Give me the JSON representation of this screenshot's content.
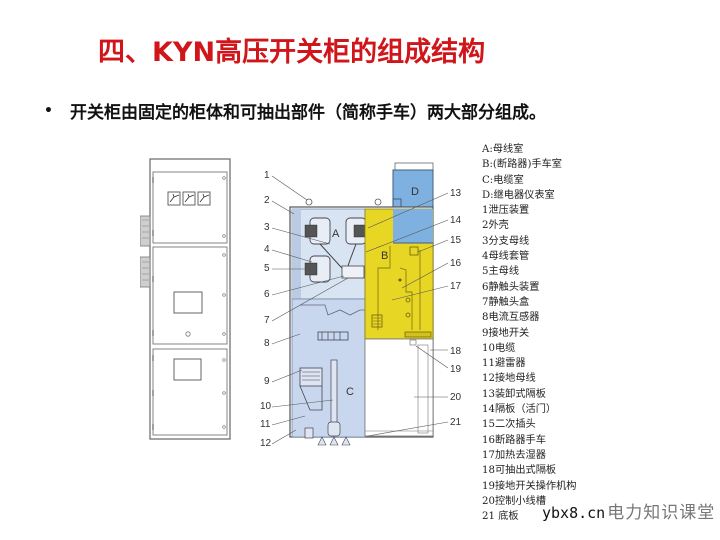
{
  "slide": {
    "title": "四、KYN高压开关柜的组成结构",
    "bullet": {
      "marker": "•",
      "text": "开关柜由固定的柜体和可抽出部件（简称手车）两大部分组成。"
    }
  },
  "diagram": {
    "front_view": {
      "meters": 3
    },
    "section_view": {
      "zones": [
        {
          "label": "A",
          "color": "#cfdcef"
        },
        {
          "label": "B",
          "color": "#e8d625"
        },
        {
          "label": "C",
          "color": "#c9d7ee"
        },
        {
          "label": "D",
          "color": "#7fb1e0"
        }
      ],
      "callouts_left": [
        "1",
        "2",
        "3",
        "4",
        "5",
        "6",
        "7",
        "8",
        "9",
        "10",
        "11",
        "12"
      ],
      "callouts_right": [
        "13",
        "14",
        "15",
        "16",
        "17",
        "18",
        "19",
        "20",
        "21"
      ]
    }
  },
  "legend": {
    "zones": [
      "A:母线室",
      "B:(断路器)手车室",
      "C:电缆室",
      "D:继电器仪表室"
    ],
    "parts": [
      "1泄压装置",
      "2外壳",
      "3分支母线",
      "4母线套管",
      "5主母线",
      "6静触头装置",
      "7静触头盒",
      "8电流互感器",
      "9接地开关",
      "10电缆",
      "11避雷器",
      "12接地母线",
      "13装卸式隔板",
      "14隔板（活门）",
      "15二次插头",
      "16断路器手车",
      "17加热去湿器",
      "18可抽出式隔板",
      "19接地开关操作机构",
      "20控制小线槽",
      "21 底板"
    ]
  },
  "watermark": {
    "site": "ybx8.cn",
    "brand": "电力知识课堂"
  }
}
